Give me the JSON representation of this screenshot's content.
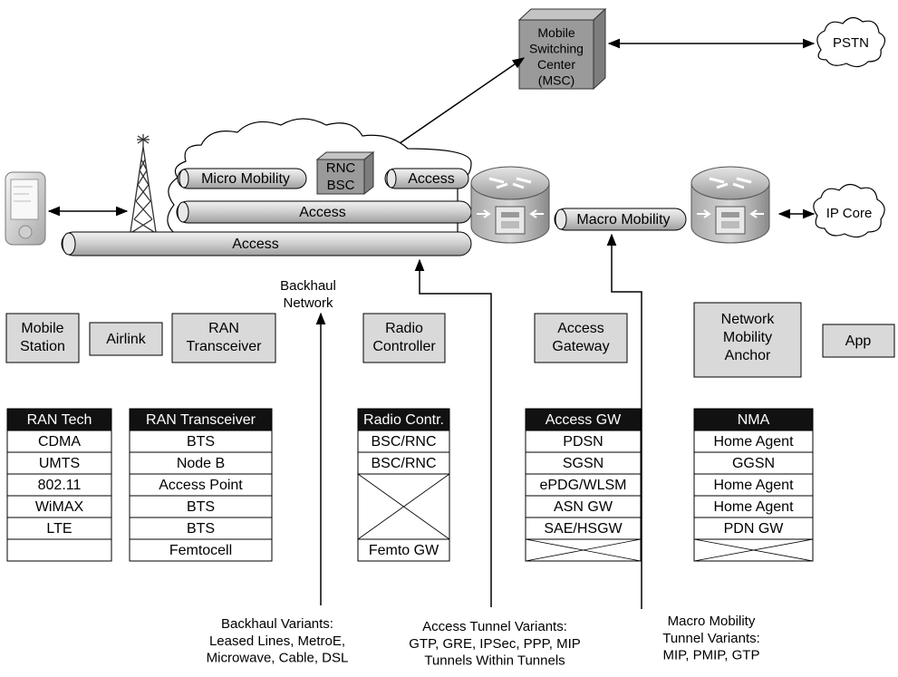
{
  "top": {
    "msc_label": [
      "Mobile",
      "Switching",
      "Center",
      "(MSC)"
    ],
    "pstn_label": "PSTN",
    "ip_core_label": "IP Core",
    "rnc_bsc_label": [
      "RNC",
      "BSC"
    ]
  },
  "tunnels": {
    "micro_mobility": "Micro Mobility",
    "access_small": "Access",
    "access_mid": "Access",
    "access_long": "Access",
    "macro_mobility": "Macro Mobility"
  },
  "backhaul_network_label": [
    "Backhaul",
    "Network"
  ],
  "components": {
    "mobile_station": [
      "Mobile",
      "Station"
    ],
    "airlink": [
      "Airlink"
    ],
    "ran_transceiver": [
      "RAN",
      "Transceiver"
    ],
    "radio_controller": [
      "Radio",
      "Controller"
    ],
    "access_gateway": [
      "Access",
      "Gateway"
    ],
    "network_mobility_anchor": [
      "Network",
      "Mobility",
      "Anchor"
    ],
    "app": [
      "App"
    ]
  },
  "tables": {
    "ran_tech": {
      "header": "RAN Tech",
      "rows": [
        "CDMA",
        "UMTS",
        "802.11",
        "WiMAX",
        "LTE",
        ""
      ]
    },
    "ran_transceiver": {
      "header": "RAN Transceiver",
      "rows": [
        "BTS",
        "Node B",
        "Access Point",
        "BTS",
        "BTS",
        "Femtocell"
      ]
    },
    "radio_controller": {
      "header": "Radio Contr.",
      "rows": [
        "BSC/RNC",
        "BSC/RNC",
        "",
        "Femto GW"
      ]
    },
    "access_gw": {
      "header": "Access GW",
      "rows": [
        "PDSN",
        "SGSN",
        "ePDG/WLSM",
        "ASN GW",
        "SAE/HSGW",
        ""
      ]
    },
    "nma": {
      "header": "NMA",
      "rows": [
        "Home Agent",
        "GGSN",
        "Home Agent",
        "Home Agent",
        "PDN GW",
        ""
      ]
    }
  },
  "variants": {
    "backhaul": [
      "Backhaul Variants:",
      "Leased Lines, MetroE,",
      "Microwave, Cable, DSL"
    ],
    "access_tunnel": [
      "Access Tunnel Variants:",
      "GTP, GRE, IPSec, PPP, MIP",
      "Tunnels Within Tunnels"
    ],
    "macro_mobility": [
      "Macro Mobility",
      "Tunnel Variants:",
      "MIP, PMIP, GTP"
    ]
  },
  "colors": {
    "box_fill": "#d9d9d9",
    "header_fill": "#111111",
    "tunnel_fill": "#cfcfcf",
    "msc_front": "#9a9a9a"
  }
}
